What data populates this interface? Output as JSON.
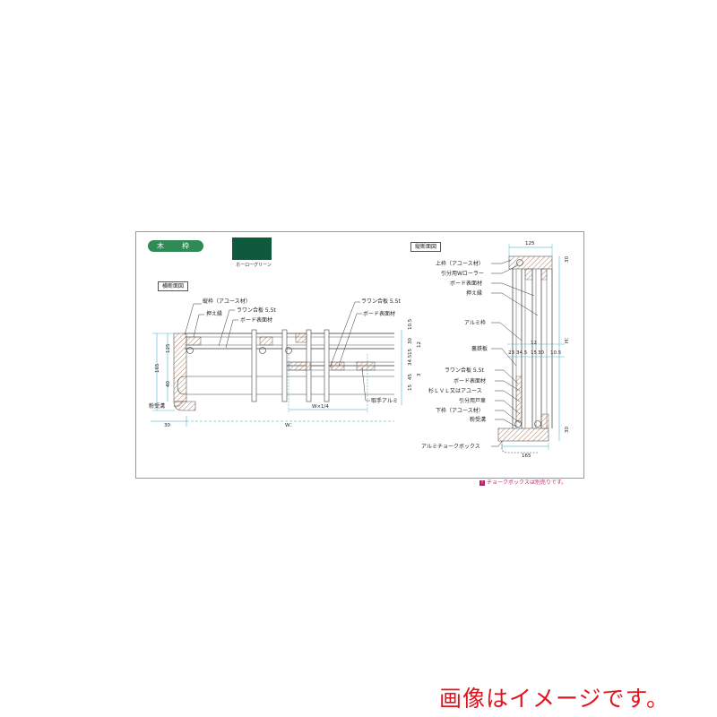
{
  "header": {
    "title": "木　枠"
  },
  "color_swatch": {
    "name": "ホーローグリーン",
    "hex": "#0f5a3c"
  },
  "cross_section": {
    "title": "横断面図",
    "labels": {
      "frame": "縦枠（アユース材）",
      "stop": "押え縁",
      "lauan_left": "ラワン合板 5.5t",
      "board_left": "ボード表面材",
      "lauan_right": "ラワン合板 5.5t",
      "board_right": "ボード表面材",
      "handle": "取手アルミ",
      "chalk_tray": "粉受溝"
    },
    "dims": {
      "d165": "165",
      "d125": "125",
      "d40": "40",
      "d30": "30",
      "w": "W：",
      "wq": "W×1/4",
      "r105": "10.5",
      "r30": "30",
      "r15": "15",
      "r345": "34.5",
      "r12": "12",
      "r45": "45",
      "r15b": "15",
      "r3": "3"
    }
  },
  "longitudinal": {
    "title": "縦断面図",
    "labels": {
      "top_frame": "上枠（アユース材）",
      "roller": "引分用Wローラー",
      "board": "ボード表面材",
      "stop": "押え縁",
      "alu_frame": "アルミ枠",
      "iron": "裏鉄板",
      "lauan": "ラワン合板 5.5t",
      "board2": "ボード表面材",
      "lvl": "杉ＬＶＬ又はアユース",
      "wheel": "引分用戸車",
      "bottom_frame": "下枠（アユース材）",
      "chalk_tray": "粉受溝",
      "chalk_box": "アルミチョークボックス"
    },
    "dims": {
      "top125": "125",
      "t30": "30",
      "b30": "30",
      "h": "H：",
      "b165": "165",
      "n12": "12",
      "n23": "23",
      "n345": "34.5",
      "n15": "15",
      "n30": "30",
      "n105": "10.5"
    }
  },
  "note": {
    "mark": "!",
    "text": "チョークボックスは別売りです。"
  },
  "footer": {
    "text": "画像はイメージです。"
  },
  "colors": {
    "accent_green": "#2f8a56",
    "note_pink": "#c8176f",
    "footer_red": "#e0141e"
  }
}
